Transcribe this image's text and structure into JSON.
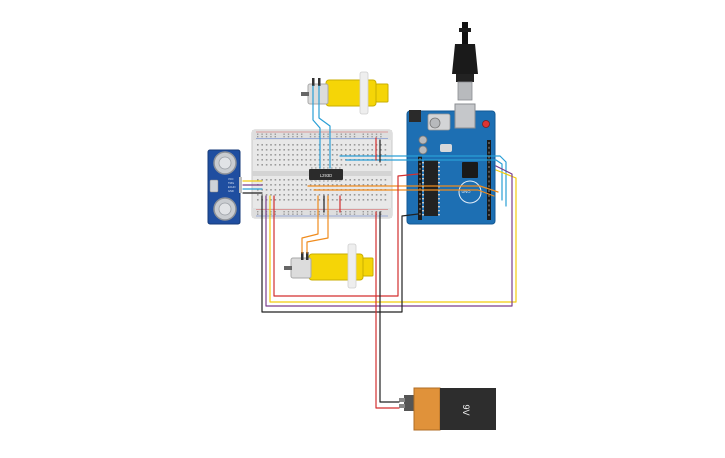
{
  "circuit": {
    "chip_label": "L293D",
    "battery_label": "9V",
    "arduino_brand": "UNO",
    "sensor_pins": [
      "VCC",
      "TRIG",
      "ECHO",
      "GND"
    ]
  },
  "colors": {
    "wire_blue": "#2a9fd6",
    "wire_orange": "#f08c1e",
    "wire_yellow": "#f2cc0f",
    "wire_purple": "#7b3f8c",
    "wire_red": "#d32f2f",
    "wire_black": "#222222",
    "motor_yellow": "#f5d507",
    "arduino_blue": "#1d6fb3",
    "battery_orange": "#e0923a"
  }
}
